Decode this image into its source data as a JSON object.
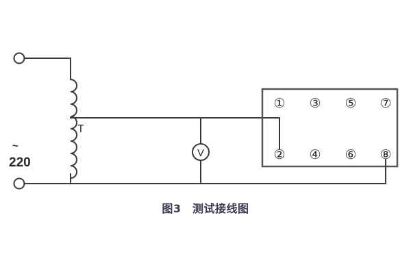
{
  "figure": {
    "caption": "图3　测试接线图",
    "caption_number": "图3",
    "caption_title": "测试接线图"
  },
  "supply": {
    "voltage_label": "220",
    "ac_symbol": "~",
    "top_terminal_name": "open-terminal",
    "bottom_terminal_name": "open-terminal"
  },
  "transformer": {
    "label": "T",
    "type": "variable-autotransformer",
    "winding_bumps": 8
  },
  "meter": {
    "label": "V",
    "type": "voltmeter"
  },
  "terminal_block": {
    "top_row": [
      "①",
      "③",
      "⑤",
      "⑦"
    ],
    "bottom_row": [
      "②",
      "④",
      "⑥",
      "⑧"
    ],
    "connected_terminals": [
      "②",
      "⑧"
    ]
  },
  "colors": {
    "wire": "#3a3a3a",
    "box": "#555555",
    "text": "#2b2b2b",
    "caption": "#3b3b4f",
    "background": "#ffffff"
  }
}
